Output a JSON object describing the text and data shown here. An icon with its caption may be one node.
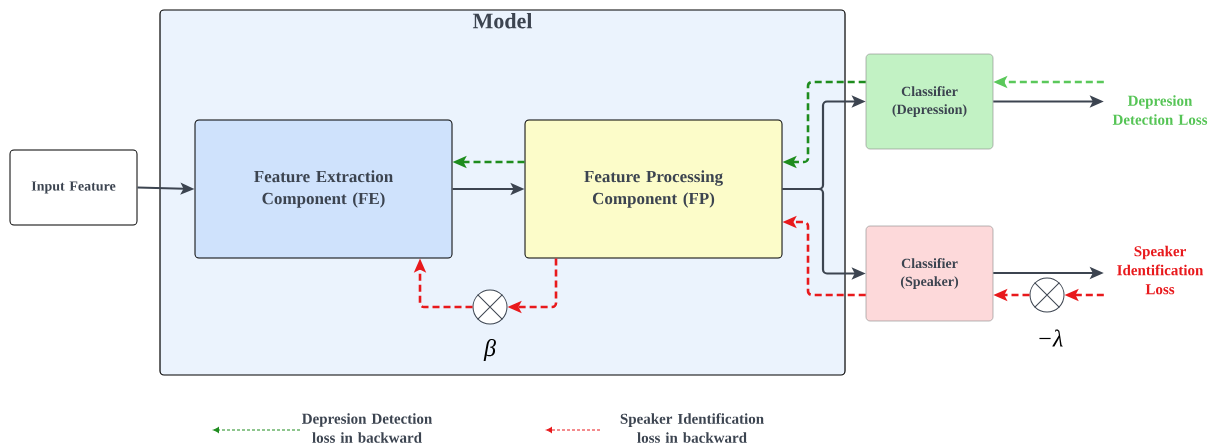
{
  "diagram": {
    "nodes": [
      {
        "text": [
          "Model"
        ]
      },
      {
        "text": [
          "Input Feature"
        ]
      },
      {
        "text": [
          "Feature Extraction Component (FE)"
        ],
        "in": 0
      },
      {
        "text": [
          "Feature Processing Component (FP)"
        ],
        "in": 0
      },
      {
        "text": [
          "Classifier (Depression)"
        ]
      },
      {
        "text": [
          "Classifier (Speaker)"
        ]
      },
      {
        "text": [
          "Depresion Detection Loss"
        ]
      },
      {
        "text": [
          "Speaker Identification Loss"
        ]
      },
      {
        "text": [],
        "shape": "circle",
        "in": 0,
        "beside": [
          "β"
        ]
      },
      {
        "text": [],
        "shape": "circle",
        "beside": [
          "−λ"
        ]
      }
    ],
    "edges": [
      {
        "from": 1,
        "to": 2,
        "arrow": "to"
      },
      {
        "from": 2,
        "to": 3,
        "arrow": "to"
      },
      {
        "from": 3,
        "to": 4,
        "arrow": "to"
      },
      {
        "from": 3,
        "to": 5,
        "arrow": "to"
      },
      {
        "from": 4,
        "to": 6,
        "arrow": "to"
      },
      {
        "from": 5,
        "to": 7,
        "arrow": "to"
      },
      {
        "from": 6,
        "to": 4,
        "arrow": "to",
        "style": "dashed",
        "color": "#5ac85a"
      },
      {
        "from": 4,
        "to": 3,
        "arrow": "to",
        "style": "dashed",
        "color": "#1e8c1e"
      },
      {
        "from": 3,
        "to": 2,
        "arrow": "to",
        "style": "dashed",
        "color": "#1e8c1e"
      },
      {
        "from": 7,
        "to": 9,
        "arrow": "to",
        "style": "dashed",
        "color": "#e8191c"
      },
      {
        "from": 9,
        "to": 5,
        "arrow": "to",
        "style": "dashed",
        "color": "#e8191c"
      },
      {
        "from": 5,
        "to": 3,
        "arrow": "to",
        "style": "dashed",
        "color": "#e8191c"
      },
      {
        "from": 3,
        "to": 8,
        "arrow": "to",
        "style": "dashed",
        "color": "#e8191c"
      },
      {
        "from": 8,
        "to": 2,
        "arrow": "to",
        "style": "dashed",
        "color": "#e8191c"
      }
    ],
    "legend": [
      {
        "text": "Depresion Detection loss in backward"
      },
      {
        "text": "Speaker Identification loss in backward"
      }
    ]
  }
}
